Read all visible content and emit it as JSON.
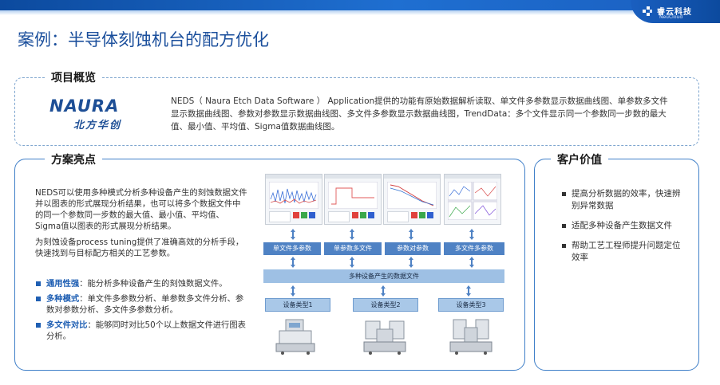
{
  "brand": {
    "name_cn": "睿云科技",
    "name_en": "NeuCloud"
  },
  "title": "案例：半导体刻蚀机台的配方优化",
  "overview": {
    "label": "项目概览",
    "logo_en": "NAURA",
    "logo_cn": "北方华创",
    "text": "NEDS（ Naura Etch Data Software ） Application提供的功能有原始数据解析读取、单文件多参数显示数据曲线图、单参数多文件显示数据曲线图、参数对参数显示数据曲线图、多文件多参数显示数据曲线图，TrendData：多个文件显示同一个参数同一步数的最大值、最小值、平均值、Sigma值数据曲线图。"
  },
  "highlights": {
    "label": "方案亮点",
    "para1": "NEDS可以使用多种模式分析多种设备产生的刻蚀数据文件并以图表的形式展现分析结果，也可以将多个数据文件中的同一个参数同一步数的最大值、最小值、平均值、Sigma值以图表的形式展现分析结果。",
    "para2": "为刻蚀设备process tuning提供了准确高效的分析手段，快速找到与目标配方相关的工艺参数。",
    "bullets": [
      {
        "key": "通用性强",
        "text": "：能分析多种设备产生的刻蚀数据文件。"
      },
      {
        "key": "多种模式",
        "text": "：单文件多参数分析、单参数多文件分析、参数对参数分析、多文件多参数分析。"
      },
      {
        "key": "多文件对比",
        "text": "：能够同时对比50个以上数据文件进行图表分析。"
      }
    ]
  },
  "flow": {
    "functions": [
      "单文件多参数",
      "单参数多文件",
      "参数对参数",
      "多文件多参数"
    ],
    "data_file": "多种设备产生的数据文件",
    "devices": [
      "设备类型1",
      "设备类型2",
      "设备类型3"
    ]
  },
  "customer_value": {
    "label": "客户价值",
    "items": [
      "提高分析数据的效率，快速辨别异常数据",
      "适配多种设备产生数据文件",
      "帮助工艺工程师提升问题定位效率"
    ]
  },
  "colors": {
    "primary": "#1b4f9c",
    "accent": "#1f5fb3",
    "flow_button": "#4f82c4",
    "flow_bar": "#9ec0e4"
  }
}
